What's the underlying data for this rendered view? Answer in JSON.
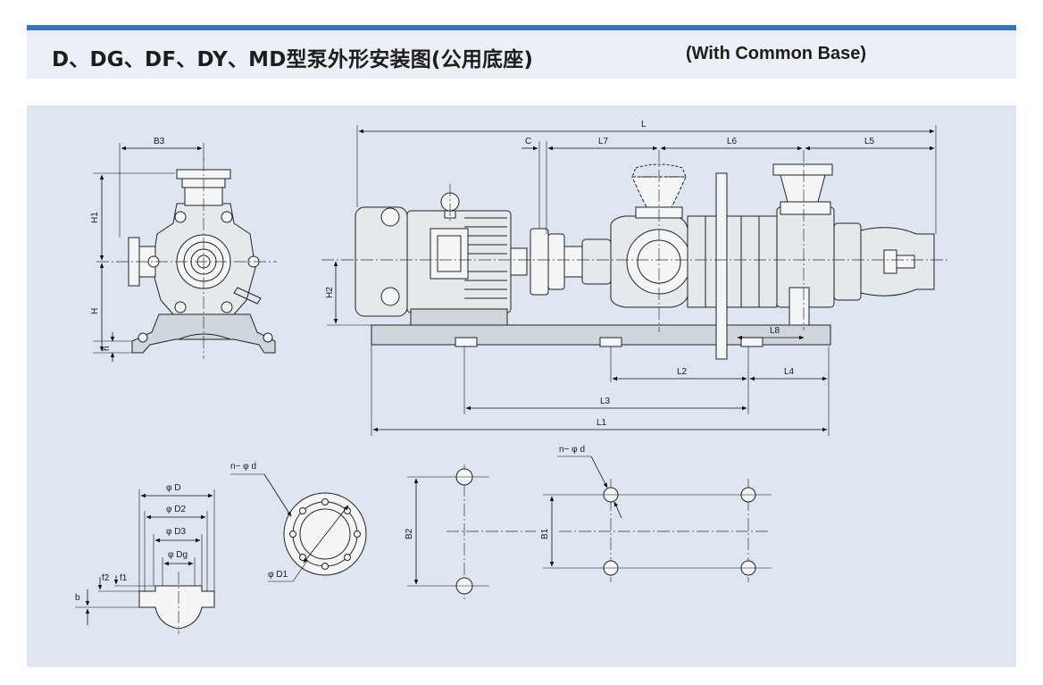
{
  "header": {
    "title": "D、DG、DF、DY、MD型泵外形安装图(公用底座)",
    "subtitle": "(With Common Base)",
    "accent_color": "#3a73b8",
    "panel_color": "#dde6f1"
  },
  "side_view": {
    "labels": {
      "b3": "B3",
      "h1": "H1",
      "h": "H",
      "h_small": "h"
    }
  },
  "front_view": {
    "labels": {
      "l": "L",
      "c": "C",
      "l7": "L7",
      "l6": "L6",
      "l5": "L5",
      "h2": "H2",
      "l8": "L8",
      "l2": "L2",
      "l4": "L4",
      "l3": "L3",
      "l1": "L1"
    }
  },
  "flange_section": {
    "labels": {
      "d": "φ D",
      "d2": "φ D2",
      "d3": "φ D3",
      "dg": "φ Dg",
      "f2": "f2",
      "f1": "f1",
      "b": "b"
    }
  },
  "flange_face": {
    "labels": {
      "holes": "n− φ d",
      "d1": "φ D1"
    }
  },
  "base_holes_b2": {
    "labels": {
      "b2": "B2"
    }
  },
  "base_holes_b1": {
    "labels": {
      "holes": "n− φ d",
      "b1": "B1"
    }
  }
}
